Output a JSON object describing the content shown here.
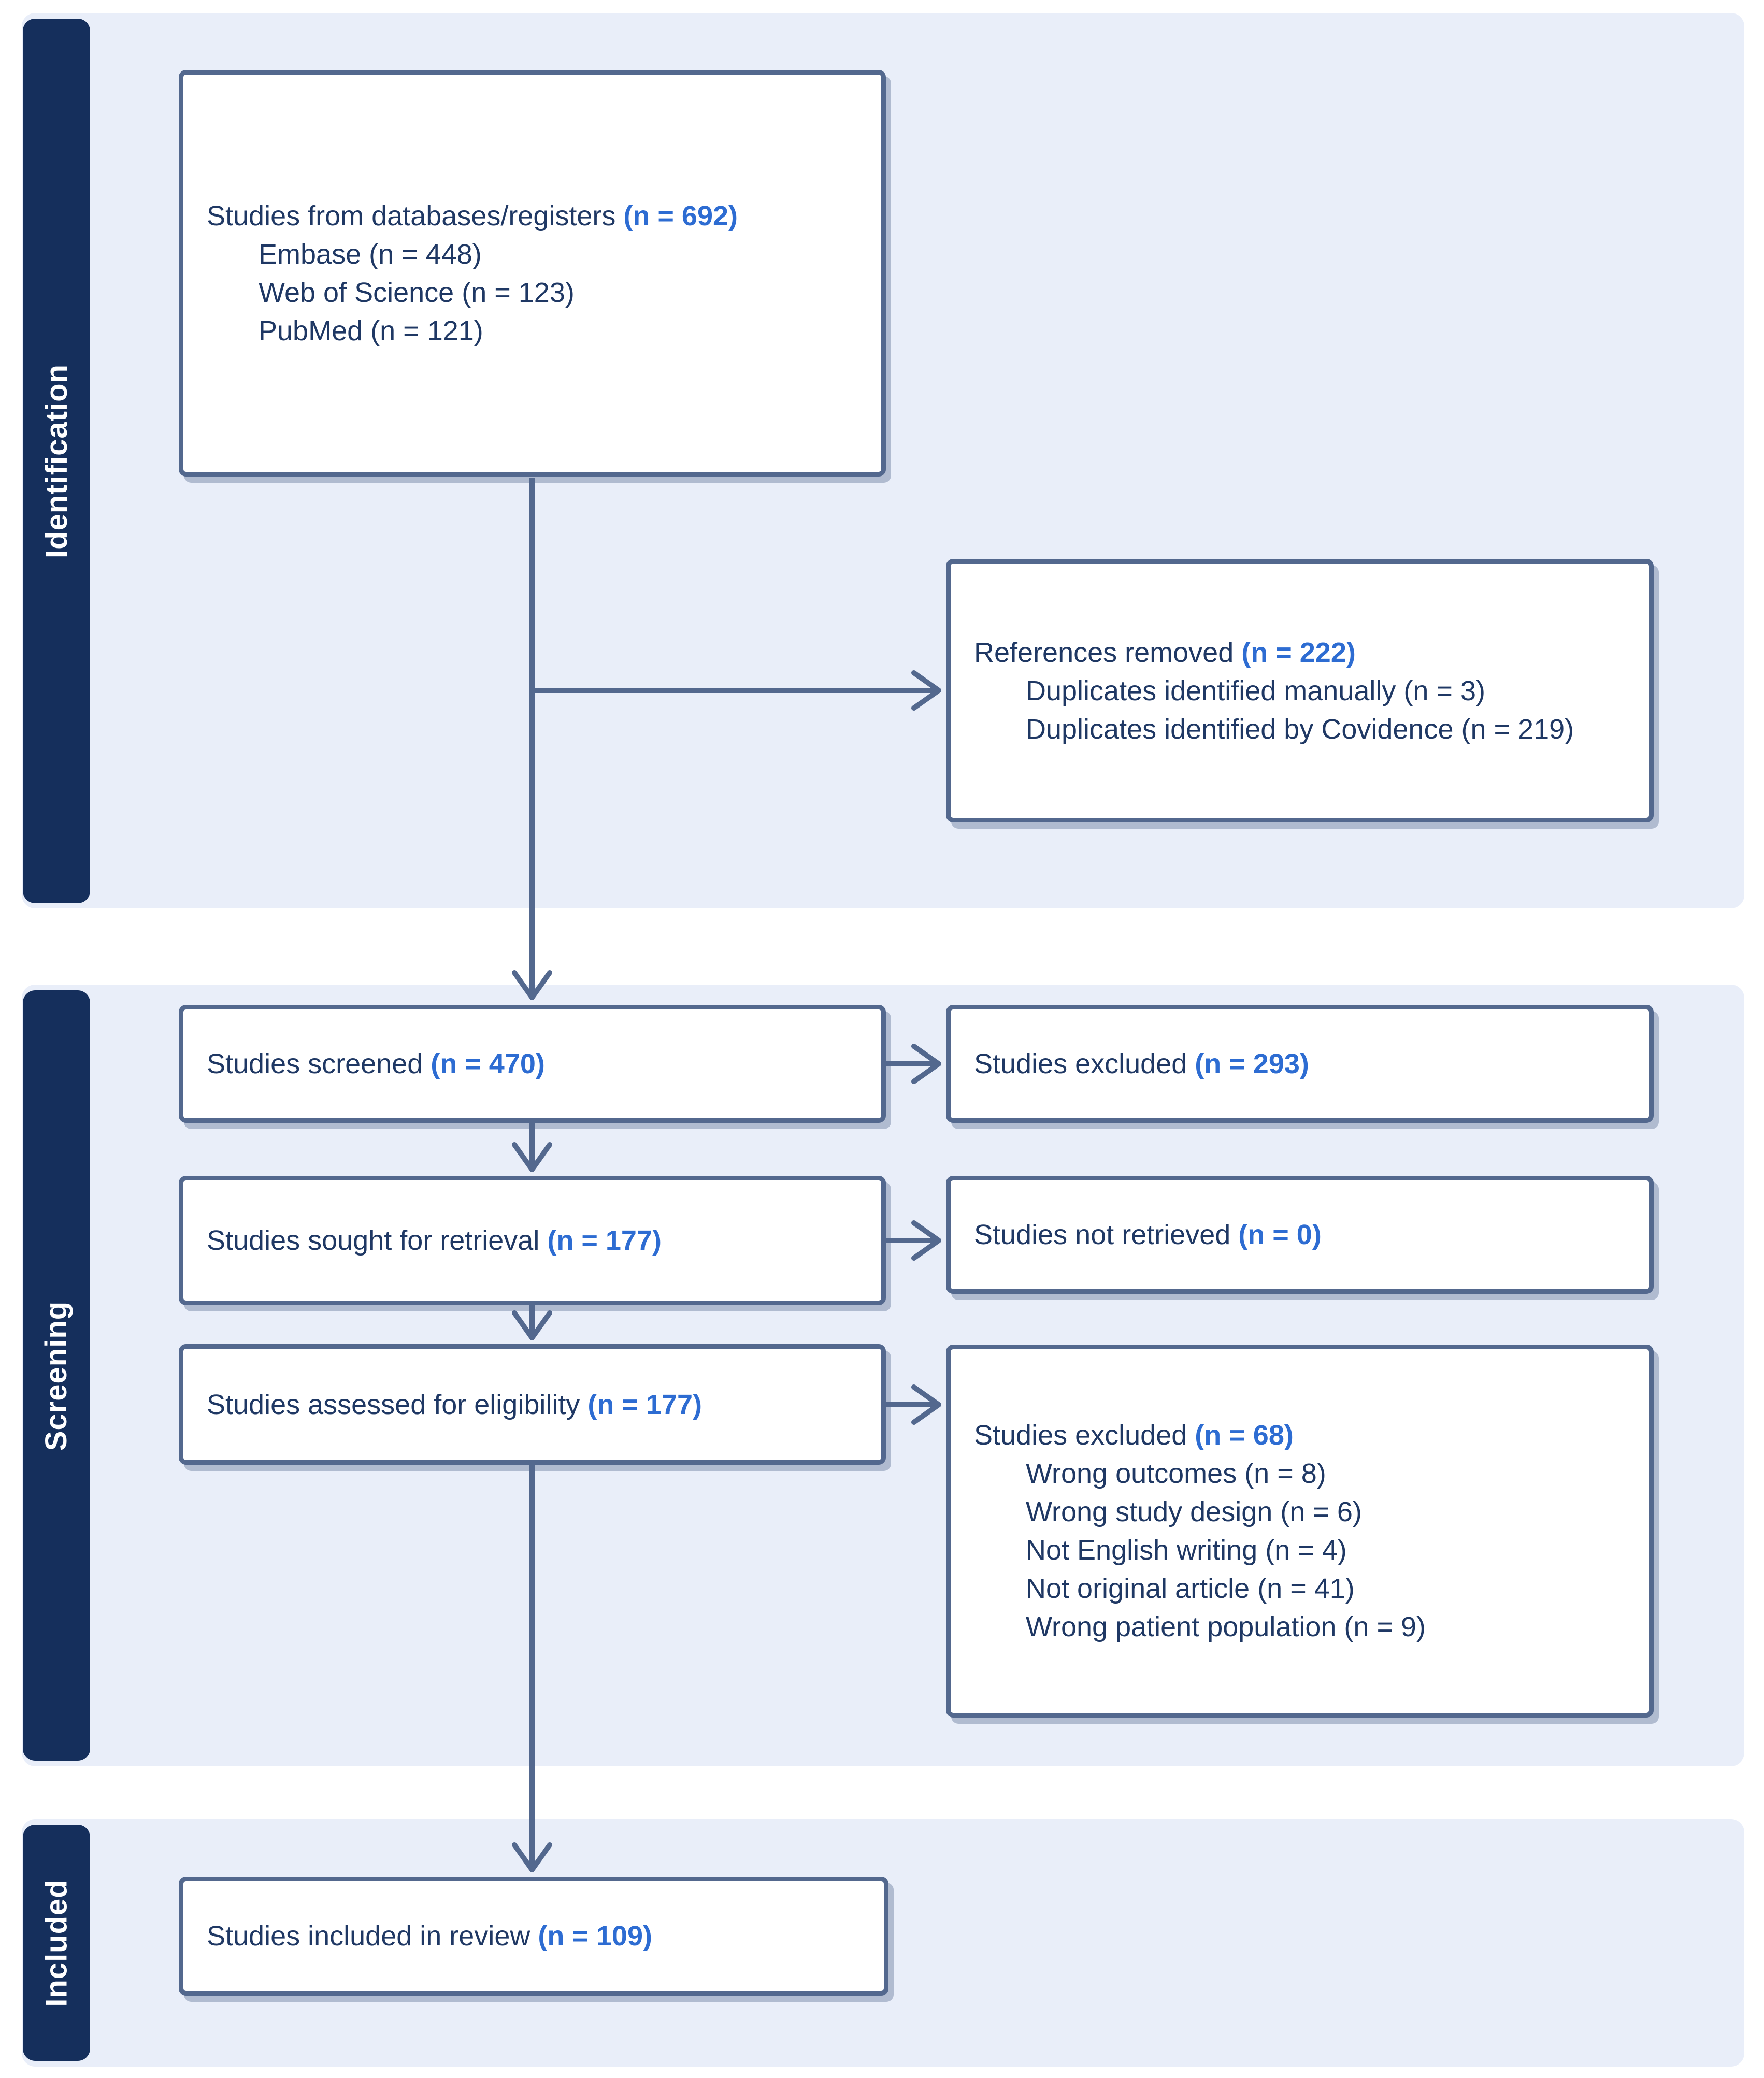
{
  "sections": [
    {
      "label": "Identification"
    },
    {
      "label": "Screening"
    },
    {
      "label": "Included"
    }
  ],
  "boxes": {
    "databases": {
      "title": "Studies from databases/registers",
      "count": "(n = 692)",
      "items": [
        "Embase (n = 448)",
        "Web of Science (n = 123)",
        "PubMed (n = 121)"
      ]
    },
    "references_removed": {
      "title": "References removed",
      "count": "(n = 222)",
      "items": [
        "Duplicates identified manually (n = 3)",
        "Duplicates identified by Covidence (n = 219)"
      ]
    },
    "screened": {
      "title": "Studies screened",
      "count": "(n = 470)"
    },
    "excluded_screening": {
      "title": "Studies excluded",
      "count": "(n = 293)"
    },
    "sought": {
      "title": "Studies sought for retrieval",
      "count": "(n = 177)"
    },
    "not_retrieved": {
      "title": "Studies not retrieved",
      "count": "(n = 0)"
    },
    "assessed": {
      "title": "Studies assessed for eligibility",
      "count": "(n = 177)"
    },
    "excluded_eligibility": {
      "title": "Studies excluded",
      "count": "(n = 68)",
      "items": [
        "Wrong outcomes (n = 8)",
        "Wrong study design (n = 6)",
        "Not English writing (n = 4)",
        "Not original article (n = 41)",
        "Wrong patient population (n = 9)"
      ]
    },
    "included": {
      "title": "Studies included in review",
      "count": "(n = 109)"
    }
  },
  "colors": {
    "page_bg": "#ffffff",
    "panel_bg": "#e9eef9",
    "tab_bg": "#152f5c",
    "tab_text": "#ffffff",
    "navy_text": "#1f3864",
    "count_blue": "#2d6cd2",
    "border": "#53688e",
    "box_bg": "#ffffff"
  }
}
